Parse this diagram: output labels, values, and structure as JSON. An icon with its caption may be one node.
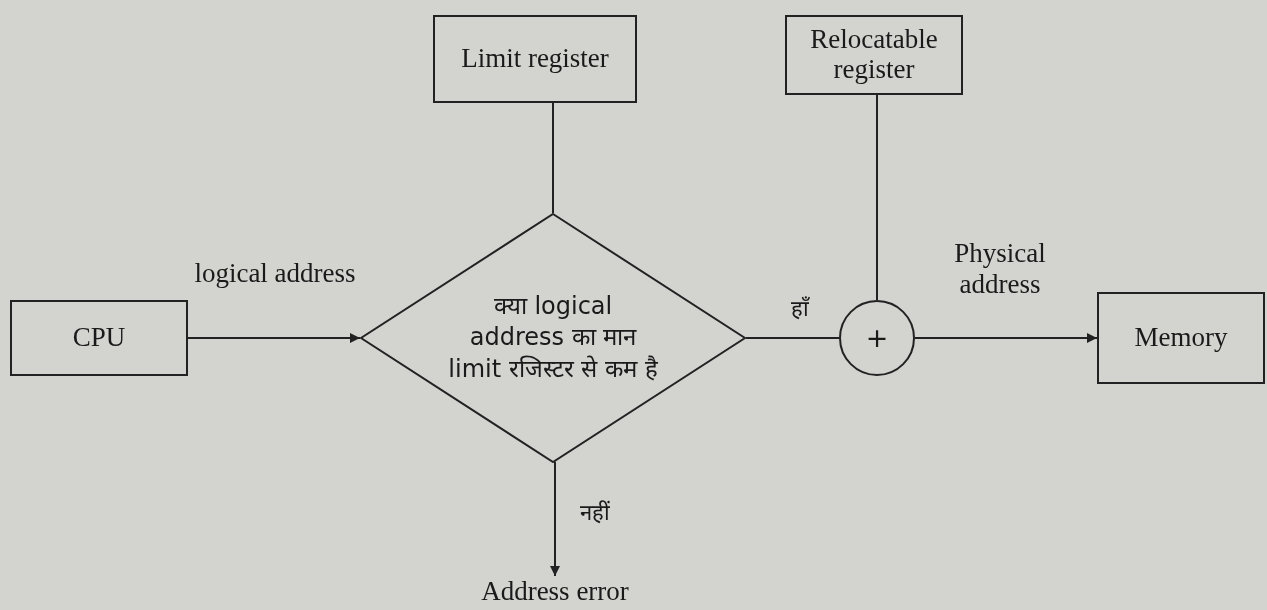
{
  "diagram": {
    "nodes": [
      {
        "text": [
          "Limit register"
        ]
      },
      {
        "text": [
          "Relocatable register"
        ]
      },
      {
        "text": [
          "CPU"
        ]
      },
      {
        "text": [
          "क्या logical address का मान limit रजिस्टर से कम है"
        ]
      },
      {
        "text": [
          "+"
        ]
      },
      {
        "text": [
          "Memory"
        ]
      },
      {
        "text": [
          "Address error"
        ]
      }
    ],
    "edges": [
      {
        "from": 0,
        "to": 3,
        "arrow": "none"
      },
      {
        "from": 1,
        "to": 4,
        "arrow": "none"
      },
      {
        "from": 2,
        "to": 3,
        "arrow": "to",
        "label": "logical address"
      },
      {
        "from": 3,
        "to": 4,
        "arrow": "none",
        "label": "हाँ"
      },
      {
        "from": 4,
        "to": 5,
        "arrow": "to",
        "label": "Physical address"
      },
      {
        "from": 3,
        "to": 6,
        "arrow": "to",
        "label": "नहीं"
      }
    ]
  }
}
